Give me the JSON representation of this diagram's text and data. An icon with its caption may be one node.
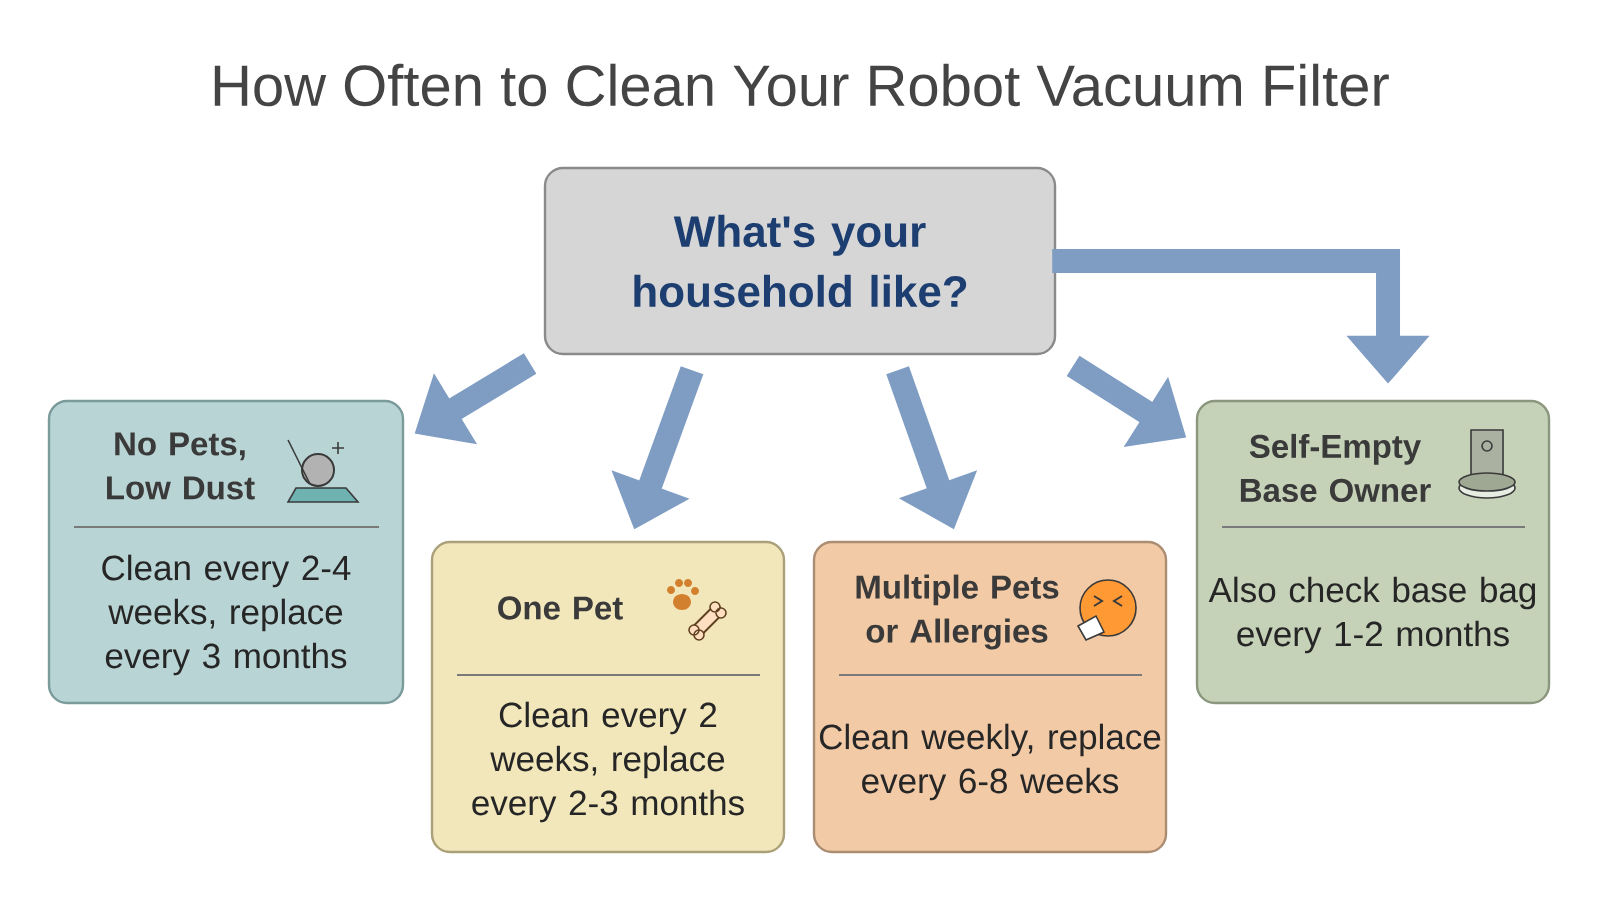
{
  "diagram": {
    "title": "How Often to Clean Your Robot Vacuum Filter",
    "nodes": [
      {
        "text": [
          "What's your household like?"
        ]
      },
      {
        "text": [
          "No Pets, Low Dust",
          "Clean every 2-4 weeks, replace every 3 months"
        ]
      },
      {
        "text": [
          "One Pet",
          "Clean every 2 weeks, replace every 2-3 months"
        ]
      },
      {
        "text": [
          "Multiple Pets or Allergies",
          "Clean weekly, replace every 6-8 weeks"
        ]
      },
      {
        "text": [
          "Self-Empty Base Owner",
          "Also check base bag every 1-2 months"
        ]
      }
    ],
    "edges": [
      {
        "from": 0,
        "to": 1,
        "arrow": "to"
      },
      {
        "from": 0,
        "to": 2,
        "arrow": "to"
      },
      {
        "from": 0,
        "to": 3,
        "arrow": "to"
      },
      {
        "from": 0,
        "to": 4,
        "arrow": "to"
      },
      {
        "from": 0,
        "to": 4,
        "arrow": "to"
      }
    ]
  }
}
